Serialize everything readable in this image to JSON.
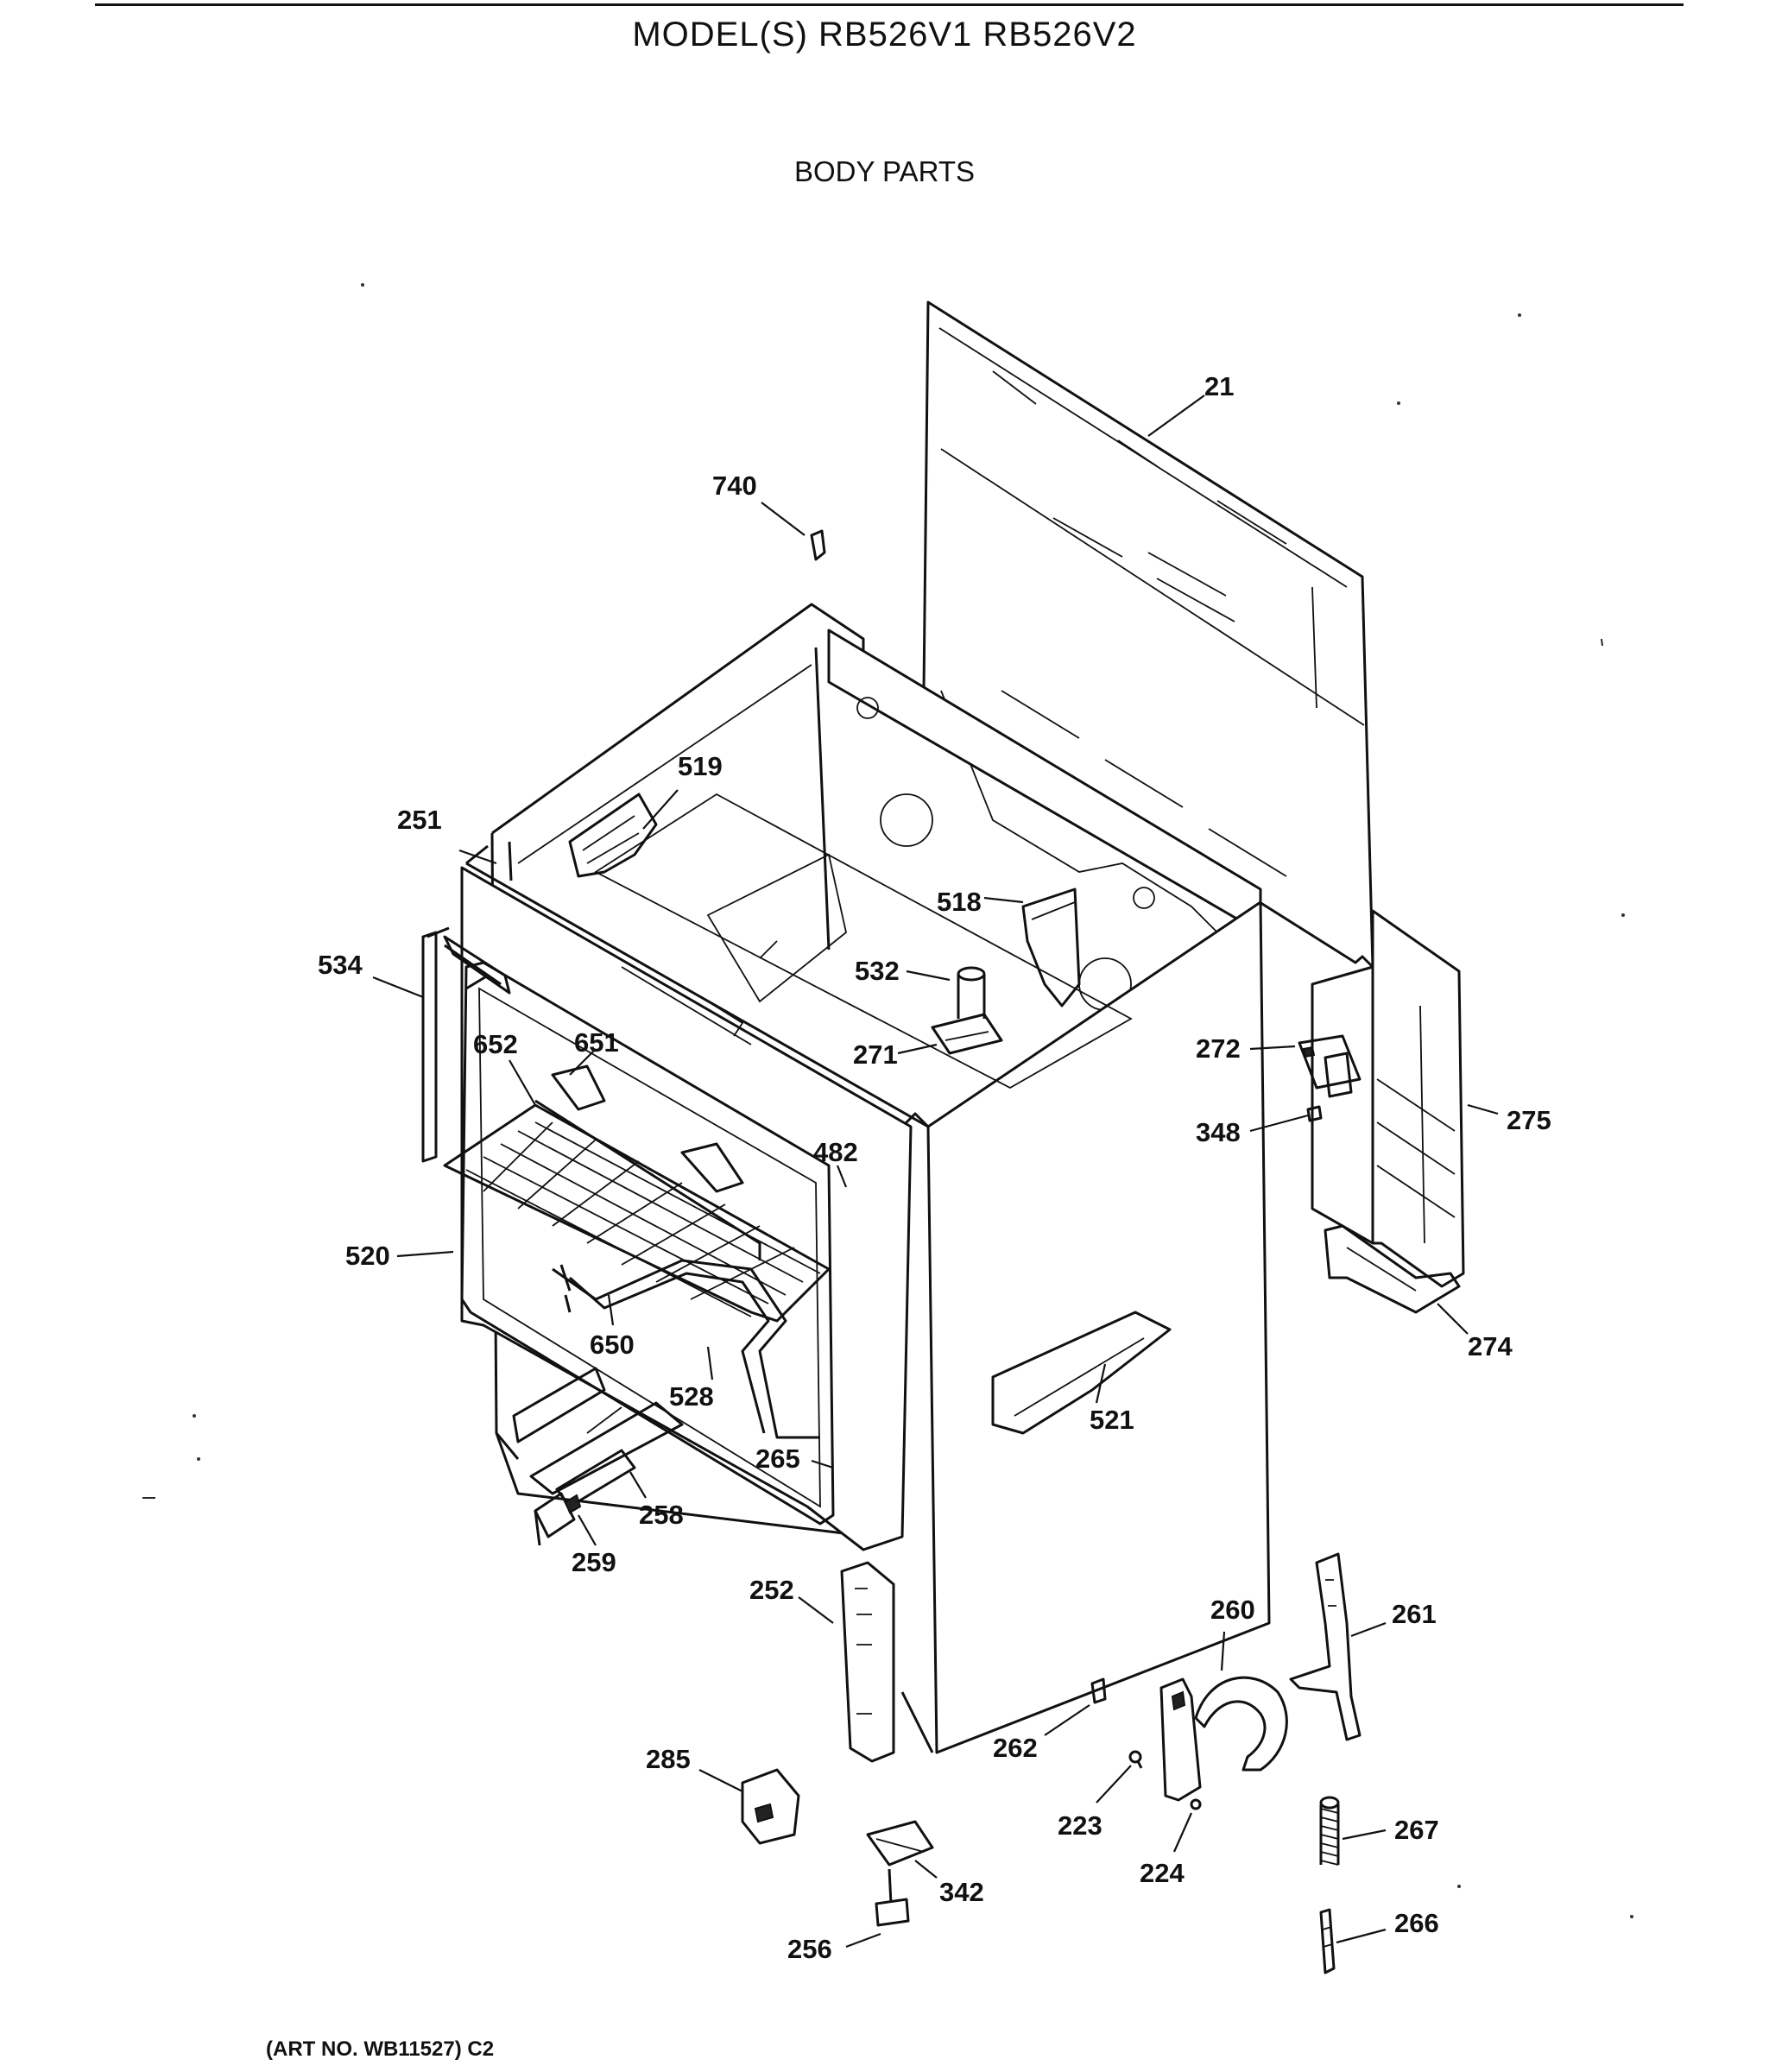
{
  "header": {
    "model": "MODEL(S) RB526V1  RB526V2",
    "section": "BODY PARTS"
  },
  "footer": {
    "art_no": "(ART NO. WB11527) C2"
  },
  "parts": [
    {
      "id": "p21",
      "label": "21"
    },
    {
      "id": "p740",
      "label": "740"
    },
    {
      "id": "p519",
      "label": "519"
    },
    {
      "id": "p251",
      "label": "251"
    },
    {
      "id": "p518",
      "label": "518"
    },
    {
      "id": "p534",
      "label": "534"
    },
    {
      "id": "p532",
      "label": "532"
    },
    {
      "id": "p652",
      "label": "652"
    },
    {
      "id": "p651",
      "label": "651"
    },
    {
      "id": "p271",
      "label": "271"
    },
    {
      "id": "p272",
      "label": "272"
    },
    {
      "id": "p275",
      "label": "275"
    },
    {
      "id": "p348",
      "label": "348"
    },
    {
      "id": "p482",
      "label": "482"
    },
    {
      "id": "p520",
      "label": "520"
    },
    {
      "id": "p274",
      "label": "274"
    },
    {
      "id": "p650",
      "label": "650"
    },
    {
      "id": "p521",
      "label": "521"
    },
    {
      "id": "p528",
      "label": "528"
    },
    {
      "id": "p265",
      "label": "265"
    },
    {
      "id": "p258",
      "label": "258"
    },
    {
      "id": "p259",
      "label": "259"
    },
    {
      "id": "p252",
      "label": "252"
    },
    {
      "id": "p260",
      "label": "260"
    },
    {
      "id": "p261",
      "label": "261"
    },
    {
      "id": "p262",
      "label": "262"
    },
    {
      "id": "p285",
      "label": "285"
    },
    {
      "id": "p223",
      "label": "223"
    },
    {
      "id": "p267",
      "label": "267"
    },
    {
      "id": "p224",
      "label": "224"
    },
    {
      "id": "p342",
      "label": "342"
    },
    {
      "id": "p266",
      "label": "266"
    },
    {
      "id": "p256",
      "label": "256"
    }
  ]
}
